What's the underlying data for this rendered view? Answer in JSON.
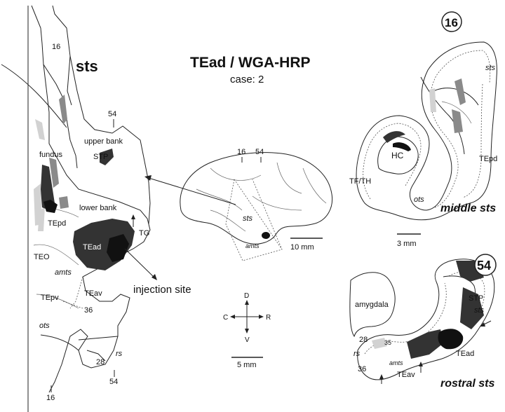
{
  "title": "TEad / WGA-HRP",
  "subtitle": "case: 2",
  "left_panel": {
    "heading": "sts",
    "labels": {
      "top_16": "16",
      "upper_54": "54",
      "upper_bank": "upper bank",
      "stp": "STP",
      "fundus": "fundus",
      "lower_bank": "lower bank",
      "tepd": "TEpd",
      "tg": "TG",
      "teo": "TEO",
      "tead": "TEad",
      "amts": "amts",
      "teav": "TEav",
      "tepv": "TEpv",
      "area_36": "36",
      "ots": "ots",
      "area_28": "28",
      "rs": "rs",
      "bottom_54": "54",
      "bottom_16": "16"
    },
    "injection_site": "injection site"
  },
  "brain": {
    "label_16": "16",
    "label_54": "54",
    "sts": "sts",
    "amts": "amts",
    "scale": "10 mm"
  },
  "compass": {
    "dorsal": "D",
    "ventral": "V",
    "caudal": "C",
    "rostral": "R",
    "scale": "5 mm"
  },
  "middle_section": {
    "number": "16",
    "sts": "sts",
    "hc": "HC",
    "tepd": "TEpd",
    "tfth": "TF/TH",
    "ots": "ots",
    "caption": "middle sts",
    "scale": "3 mm"
  },
  "rostral_section": {
    "number": "54",
    "amygdala": "amygdala",
    "stp": "STP",
    "sts": "sts",
    "area_28": "28",
    "area_35": "35",
    "rs": "rs",
    "area_36": "36",
    "amts": "amts",
    "teav": "TEav",
    "tead": "TEad",
    "caption": "rostral sts"
  }
}
